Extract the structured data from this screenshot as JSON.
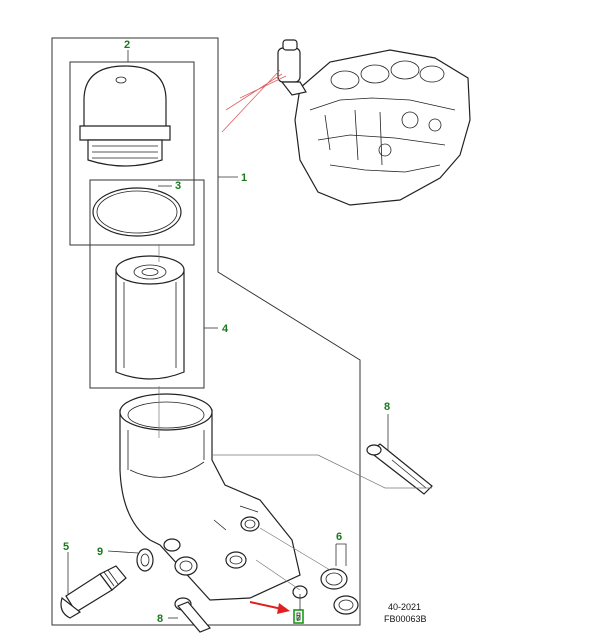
{
  "callouts": {
    "c1": "1",
    "c2": "2",
    "c3": "3",
    "c4": "4",
    "c5": "5",
    "c6": "6",
    "c7": "7",
    "c8_top": "8",
    "c8_bottom": "8",
    "c9": "9"
  },
  "reference": {
    "section": "40-2021",
    "figure_code": "FB00063B"
  },
  "colors": {
    "callout_text": "#1a7a1a",
    "highlight_box": "#1a9a1a",
    "arrow": "#e02020",
    "line": "#222222"
  }
}
